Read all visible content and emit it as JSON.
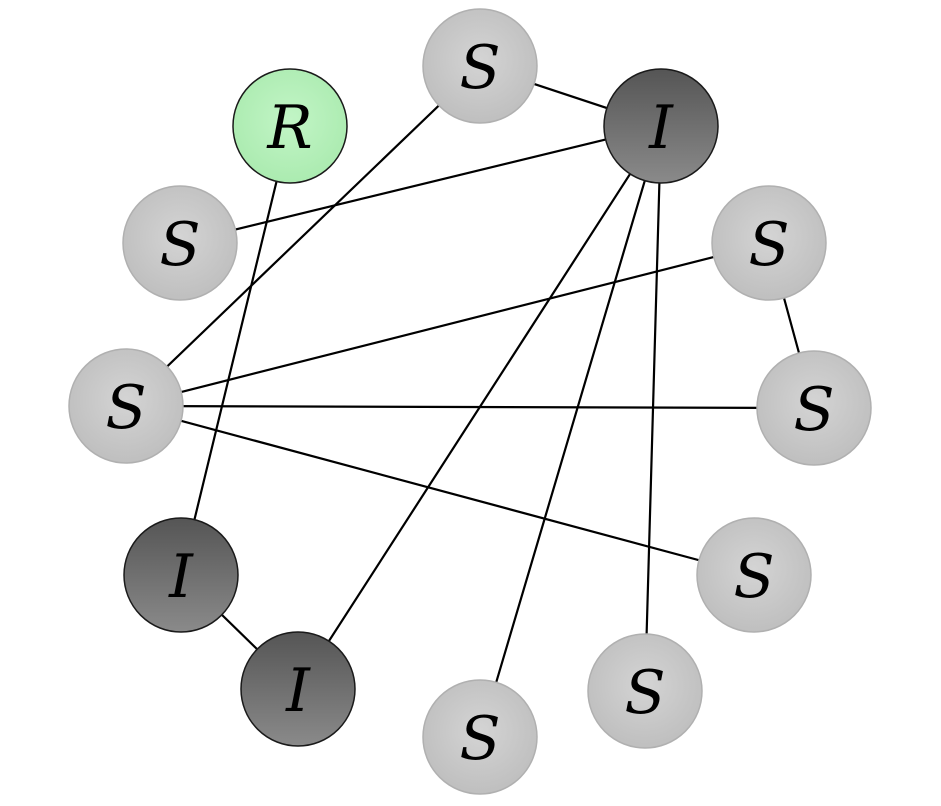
{
  "legend_colors": {
    "S": "#c8c8c8",
    "I": "#6e6e6e",
    "R": "#b5f0b9"
  },
  "nodes": [
    {
      "id": "n1",
      "label": "S",
      "state": "S"
    },
    {
      "id": "n2",
      "label": "I",
      "state": "I"
    },
    {
      "id": "n3",
      "label": "R",
      "state": "R"
    },
    {
      "id": "n4",
      "label": "S",
      "state": "S"
    },
    {
      "id": "n5",
      "label": "S",
      "state": "S"
    },
    {
      "id": "n6",
      "label": "S",
      "state": "S"
    },
    {
      "id": "n7",
      "label": "S",
      "state": "S"
    },
    {
      "id": "n8",
      "label": "I",
      "state": "I"
    },
    {
      "id": "n9",
      "label": "I",
      "state": "I"
    },
    {
      "id": "n10",
      "label": "S",
      "state": "S"
    },
    {
      "id": "n11",
      "label": "S",
      "state": "S"
    },
    {
      "id": "n12",
      "label": "S",
      "state": "S"
    }
  ],
  "edges": [
    [
      "n1",
      "n2"
    ],
    [
      "n1",
      "n5"
    ],
    [
      "n2",
      "n4"
    ],
    [
      "n2",
      "n9"
    ],
    [
      "n2",
      "n12"
    ],
    [
      "n2",
      "n11"
    ],
    [
      "n3",
      "n8"
    ],
    [
      "n5",
      "n6"
    ],
    [
      "n5",
      "n7"
    ],
    [
      "n5",
      "n10"
    ],
    [
      "n6",
      "n7"
    ],
    [
      "n8",
      "n9"
    ]
  ]
}
